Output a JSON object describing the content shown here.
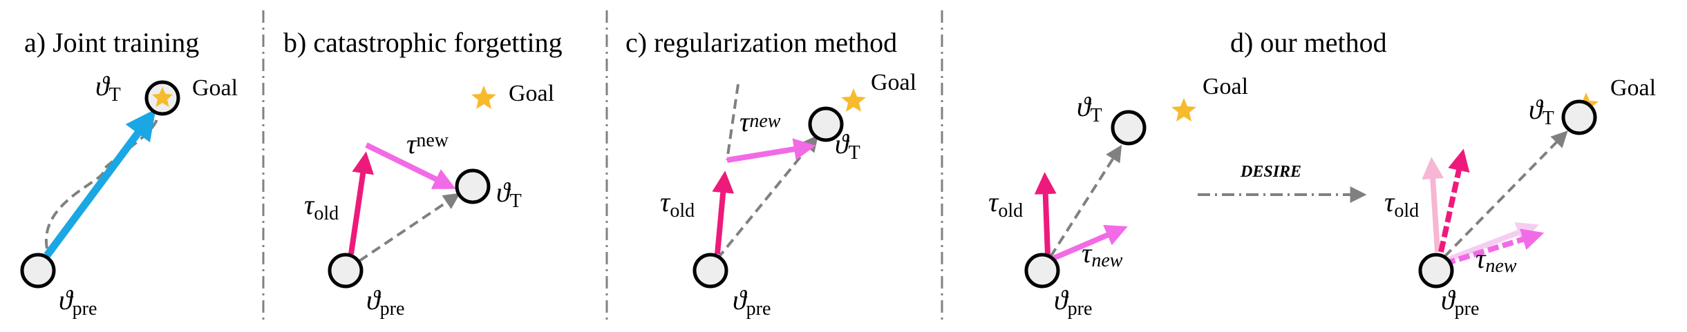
{
  "colors": {
    "blue": "#1aa7e4",
    "magenta": "#ee1a7b",
    "violet": "#f26ae5",
    "light_pink": "#f7b7d4",
    "light_violet": "#f5cdf2",
    "star": "#f6bb2d",
    "dash": "#808080",
    "node_fill": "#eeeeee"
  },
  "panels": {
    "a": {
      "title": "a) Joint training",
      "goal": "Goal",
      "theta": "ϑ",
      "t_sub": "T",
      "pre_sub": "pre"
    },
    "b": {
      "title": "b) catastrophic forgetting",
      "goal": "Goal",
      "theta": "ϑ",
      "t_sub": "T",
      "pre_sub": "pre",
      "tau": "τ",
      "old_sub": "old",
      "new_sub": "new"
    },
    "c": {
      "title": "c) regularization method",
      "goal": "Goal",
      "theta": "ϑ",
      "t_sub": "T",
      "pre_sub": "pre",
      "tau": "τ",
      "old_sub": "old",
      "new_sub": "new"
    },
    "d": {
      "title": "d) our method",
      "goal_left": "Goal",
      "goal_right": "Goal",
      "theta": "ϑ",
      "t_sub": "T",
      "pre_sub": "pre",
      "tau": "τ",
      "old_sub": "old",
      "new_sub": "new",
      "transition": "DESIRE"
    }
  }
}
